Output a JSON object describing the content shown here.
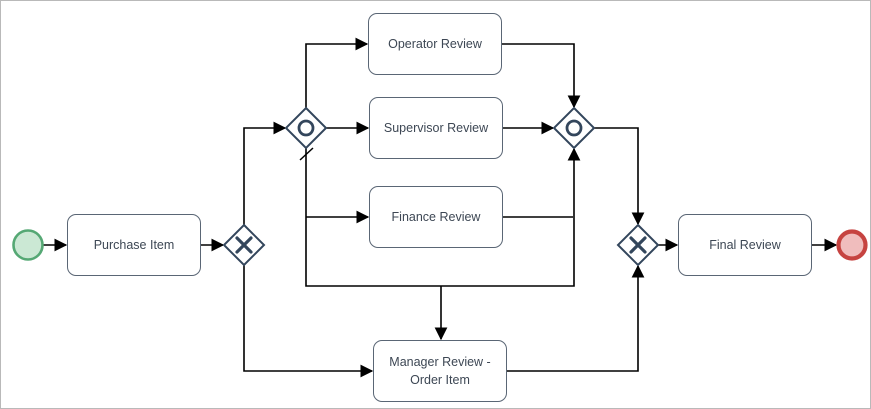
{
  "diagram": {
    "type": "bpmn-flowchart",
    "tasks": {
      "purchase": "Purchase Item",
      "operator": "Operator Review",
      "supervisor": "Supervisor Review",
      "finance": "Finance Review",
      "manager_line1": "Manager Review -",
      "manager_line2": "Order Item",
      "final": "Final Review"
    },
    "events": {
      "start": "start-event",
      "end": "end-event"
    },
    "gateways": [
      {
        "id": "exclusive-split",
        "symbol": "x",
        "kind": "exclusive-gateway"
      },
      {
        "id": "inclusive-split",
        "symbol": "o",
        "kind": "inclusive-gateway"
      },
      {
        "id": "inclusive-join",
        "symbol": "o",
        "kind": "inclusive-gateway"
      },
      {
        "id": "exclusive-join",
        "symbol": "x",
        "kind": "exclusive-gateway"
      }
    ],
    "edges": [
      {
        "from": "start-event",
        "to": "purchase-item"
      },
      {
        "from": "purchase-item",
        "to": "exclusive-split"
      },
      {
        "from": "exclusive-split",
        "to": "inclusive-split"
      },
      {
        "from": "exclusive-split",
        "to": "manager-review"
      },
      {
        "from": "inclusive-split",
        "to": "operator-review"
      },
      {
        "from": "inclusive-split",
        "to": "supervisor-review"
      },
      {
        "from": "inclusive-split",
        "to": "finance-review"
      },
      {
        "from": "inclusive-split",
        "to": "inclusive-join",
        "default_flow": true
      },
      {
        "from": "inclusive-split",
        "to": "manager-review"
      },
      {
        "from": "operator-review",
        "to": "inclusive-join"
      },
      {
        "from": "supervisor-review",
        "to": "inclusive-join"
      },
      {
        "from": "finance-review",
        "to": "inclusive-join"
      },
      {
        "from": "inclusive-join",
        "to": "exclusive-join"
      },
      {
        "from": "manager-review",
        "to": "exclusive-join"
      },
      {
        "from": "exclusive-join",
        "to": "final-review"
      },
      {
        "from": "final-review",
        "to": "end-event"
      }
    ],
    "colors": {
      "background": "#ffffff",
      "canvas_border": "#b9b9b9",
      "line": "#000000",
      "gateway_stroke": "#33465c",
      "task_border": "#5a6675",
      "task_text": "#3d4754",
      "start_fill": "#cbe8d4",
      "start_stroke": "#55a874",
      "end_fill": "#f0bdbd",
      "end_stroke": "#c64340"
    }
  }
}
